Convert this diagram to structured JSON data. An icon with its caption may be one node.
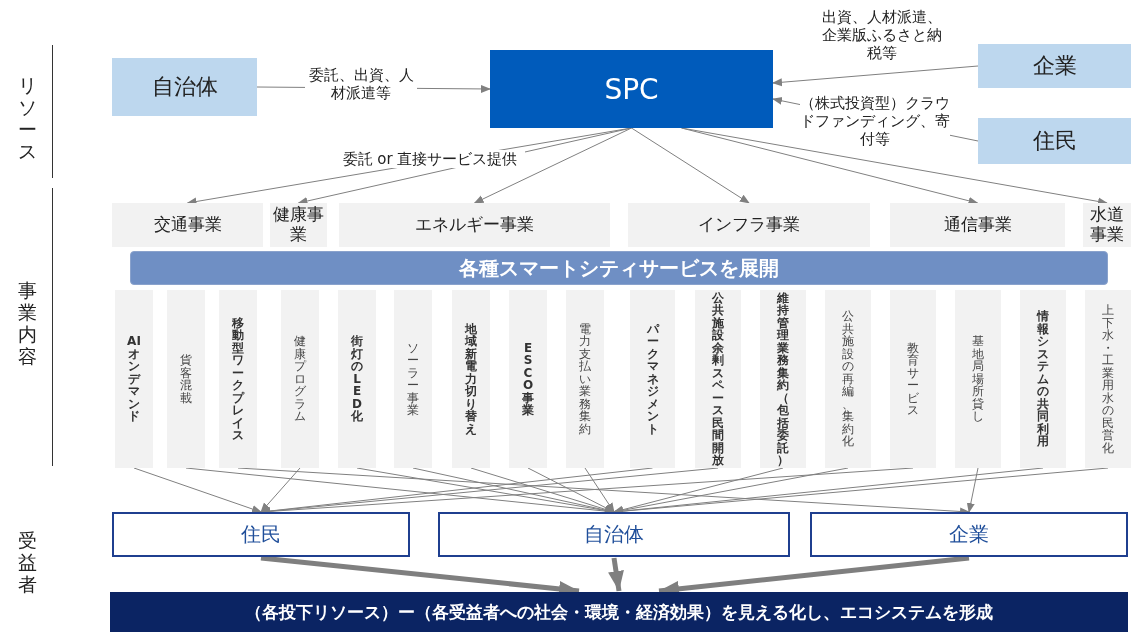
{
  "diagram": {
    "nodes": [
      {
        "text": [
          "自治体"
        ]
      },
      {
        "text": [
          "SPC"
        ]
      },
      {
        "text": [
          "企業"
        ]
      },
      {
        "text": [
          "住民"
        ]
      },
      {
        "text": [
          "交通事業"
        ]
      },
      {
        "text": [
          "健康事業"
        ]
      },
      {
        "text": [
          "エネルギー事業"
        ]
      },
      {
        "text": [
          "インフラ事業"
        ]
      },
      {
        "text": [
          "通信事業"
        ]
      },
      {
        "text": [
          "水道事業"
        ]
      },
      {
        "text": [
          "各種スマートシティサービスを展開"
        ]
      },
      {
        "text": [
          "AIオンデマンド"
        ]
      },
      {
        "text": [
          "貨客混載"
        ]
      },
      {
        "text": [
          "移動型ワークプレイス"
        ]
      },
      {
        "text": [
          "健康プログラム"
        ]
      },
      {
        "text": [
          "街灯のLED化"
        ]
      },
      {
        "text": [
          "ソーラー事業"
        ]
      },
      {
        "text": [
          "地域新電力切り替え"
        ]
      },
      {
        "text": [
          "ESCO事業"
        ]
      },
      {
        "text": [
          "電力支払い業務集約"
        ]
      },
      {
        "text": [
          "パークマネジメント"
        ]
      },
      {
        "text": [
          "公共施設余剰スペース民間開放"
        ]
      },
      {
        "text": [
          "維持管理業務集約（包括委託）"
        ]
      },
      {
        "text": [
          "公共施設の再編、集約化"
        ]
      },
      {
        "text": [
          "教育サービス"
        ]
      },
      {
        "text": [
          "基地局場所貸し"
        ]
      },
      {
        "text": [
          "情報システムの共同利用"
        ]
      },
      {
        "text": [
          "上下水・工業用水の民営化"
        ]
      },
      {
        "text": [
          "住民"
        ]
      },
      {
        "text": [
          "自治体"
        ]
      },
      {
        "text": [
          "企業"
        ]
      },
      {
        "text": [
          "（各投下リソース）ー（各受益者への社会・環境・経済効果）を見える化し、エコシステムを形成"
        ]
      }
    ],
    "edges": [
      {
        "from": 0,
        "to": 1,
        "arrow": "to",
        "label": "委託、出資、人材派遣等"
      },
      {
        "from": 2,
        "to": 1,
        "arrow": "to",
        "label": "出資、人材派遣、企業版ふるさと納税等"
      },
      {
        "from": 3,
        "to": 1,
        "arrow": "to",
        "label": "（株式投資型）クラウドファンディング、寄付等"
      },
      {
        "from": 1,
        "to": 4,
        "arrow": "to",
        "label": "委託 or 直接サービス提供"
      },
      {
        "from": 1,
        "to": 5,
        "arrow": "to"
      },
      {
        "from": 1,
        "to": 6,
        "arrow": "to"
      },
      {
        "from": 1,
        "to": 7,
        "arrow": "to"
      },
      {
        "from": 1,
        "to": 8,
        "arrow": "to"
      },
      {
        "from": 1,
        "to": 9,
        "arrow": "to"
      },
      {
        "from": 11,
        "to": 28,
        "arrow": "to"
      },
      {
        "from": 12,
        "to": 29,
        "arrow": "to"
      },
      {
        "from": 13,
        "to": 30,
        "arrow": "to"
      },
      {
        "from": 14,
        "to": 28,
        "arrow": "to"
      },
      {
        "from": 15,
        "to": 29,
        "arrow": "to"
      },
      {
        "from": 16,
        "to": 29,
        "arrow": "to"
      },
      {
        "from": 17,
        "to": 29,
        "arrow": "to"
      },
      {
        "from": 18,
        "to": 29,
        "arrow": "to"
      },
      {
        "from": 19,
        "to": 29,
        "arrow": "to"
      },
      {
        "from": 20,
        "to": 28,
        "arrow": "to"
      },
      {
        "from": 21,
        "to": 28,
        "arrow": "to"
      },
      {
        "from": 22,
        "to": 29,
        "arrow": "to"
      },
      {
        "from": 23,
        "to": 29,
        "arrow": "to"
      },
      {
        "from": 24,
        "to": 28,
        "arrow": "to"
      },
      {
        "from": 25,
        "to": 30,
        "arrow": "to"
      },
      {
        "from": 26,
        "to": 29,
        "arrow": "to"
      },
      {
        "from": 27,
        "to": 29,
        "arrow": "to"
      },
      {
        "from": 28,
        "to": 31,
        "arrow": "to",
        "style": "thick"
      },
      {
        "from": 29,
        "to": 31,
        "arrow": "to",
        "style": "thick"
      },
      {
        "from": 30,
        "to": 31,
        "arrow": "to",
        "style": "thick"
      }
    ],
    "labels": [
      "リソース",
      "事業内容",
      "受益者"
    ]
  }
}
